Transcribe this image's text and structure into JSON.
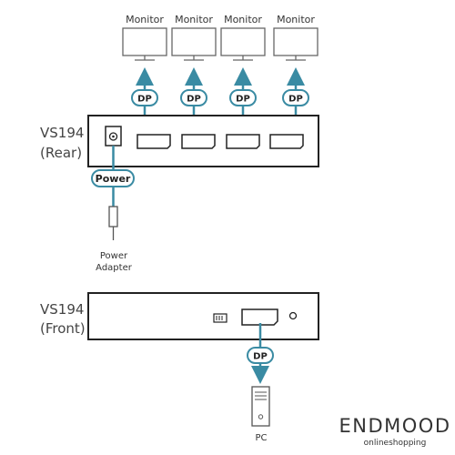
{
  "monitors": [
    {
      "label": "Monitor"
    },
    {
      "label": "Monitor"
    },
    {
      "label": "Monitor"
    },
    {
      "label": "Monitor"
    }
  ],
  "connectors": {
    "dp": "DP",
    "power": "Power"
  },
  "rear_unit": {
    "name": "VS194",
    "side": "(Rear)"
  },
  "front_unit": {
    "name": "VS194",
    "side": "(Front)"
  },
  "power_adapter": {
    "line1": "Power",
    "line2": "Adapter"
  },
  "pc": {
    "label": "PC"
  },
  "brand": {
    "name": "ENDMOOD",
    "tagline": "onlineshopping"
  },
  "colors": {
    "accent": "#3a8ba3",
    "pill_border": "#3a8ba3",
    "device_stroke": "#222222",
    "monitor_stroke": "#666666"
  }
}
